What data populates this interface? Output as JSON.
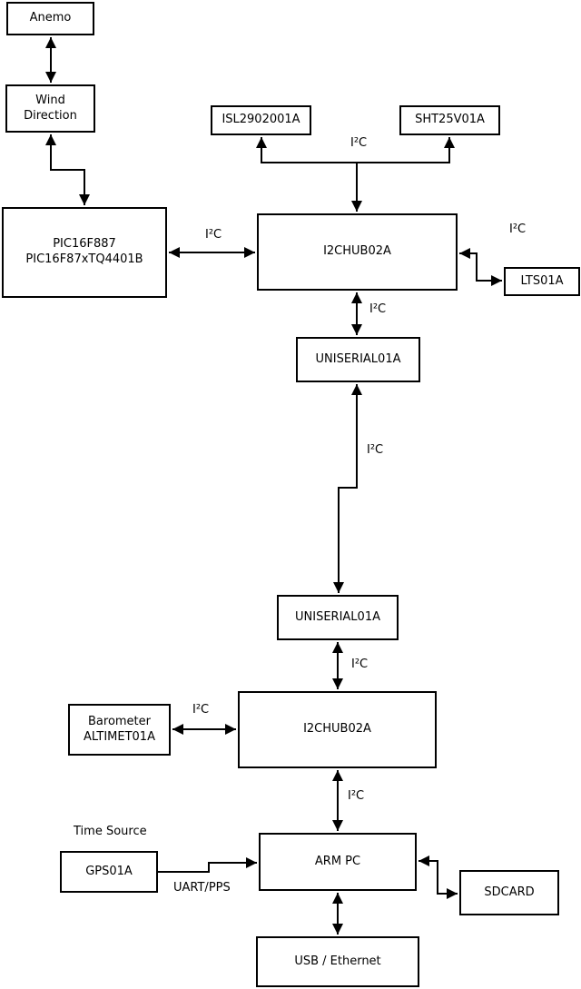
{
  "colors": {
    "line": "#000000",
    "background": "#ffffff",
    "text": "#000000"
  },
  "nodes": {
    "anemo": {
      "label": "Anemo"
    },
    "wind_direction": {
      "line1": "Wind",
      "line2": "Direction"
    },
    "pic": {
      "line1": "PIC16F887",
      "line2": "PIC16F87xTQ4401B"
    },
    "isl": {
      "label": "ISL2902001A"
    },
    "sht": {
      "label": "SHT25V01A"
    },
    "i2chub_top": {
      "label": "I2CHUB02A"
    },
    "lts": {
      "label": "LTS01A"
    },
    "uniserial_top": {
      "label": "UNISERIAL01A"
    },
    "uniserial_bottom": {
      "label": "UNISERIAL01A"
    },
    "barometer": {
      "line1": "Barometer",
      "line2": "ALTIMET01A"
    },
    "i2chub_bottom": {
      "label": "I2CHUB02A"
    },
    "gps": {
      "label": "GPS01A"
    },
    "arm_pc": {
      "label": "ARM PC"
    },
    "sdcard": {
      "label": "SDCARD"
    },
    "usb_ethernet": {
      "label": "USB / Ethernet"
    }
  },
  "edge_labels": {
    "i2c": "I²C",
    "uart_pps": "UART/PPS",
    "time_source": "Time Source"
  }
}
